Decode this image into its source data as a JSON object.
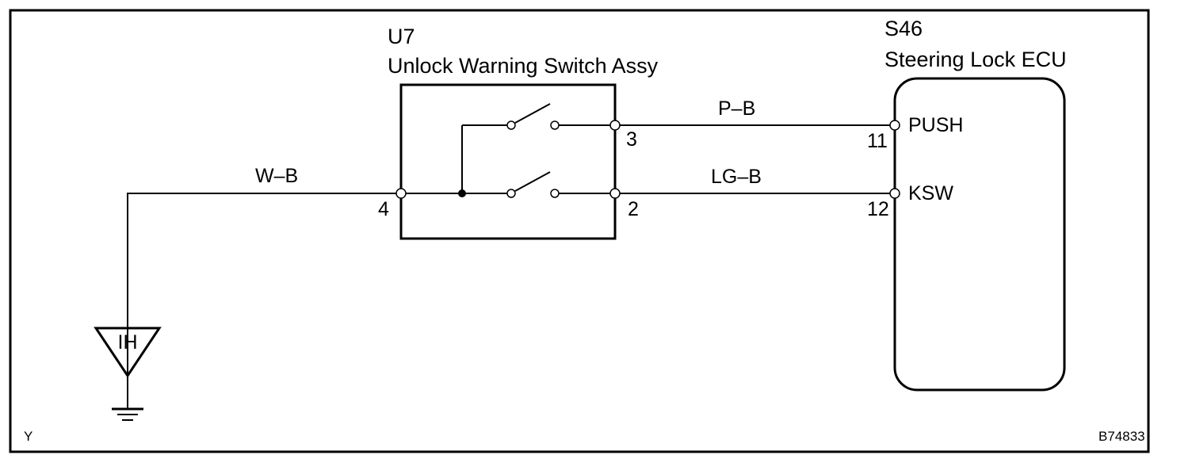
{
  "frame": {
    "corner_label": "Y",
    "figure_code": "B74833"
  },
  "switch_component": {
    "code": "U7",
    "name": "Unlock Warning Switch Assy",
    "pins": {
      "left": "4",
      "upper_right": "3",
      "lower_right": "2"
    }
  },
  "ecu_component": {
    "code": "S46",
    "name": "Steering Lock ECU",
    "pins": [
      {
        "number": "11",
        "signal": "PUSH"
      },
      {
        "number": "12",
        "signal": "KSW"
      }
    ]
  },
  "wires": {
    "ground_wire": "W–B",
    "push_wire": "P–B",
    "ksw_wire": "LG–B"
  },
  "ground_point": {
    "code": "IH"
  }
}
